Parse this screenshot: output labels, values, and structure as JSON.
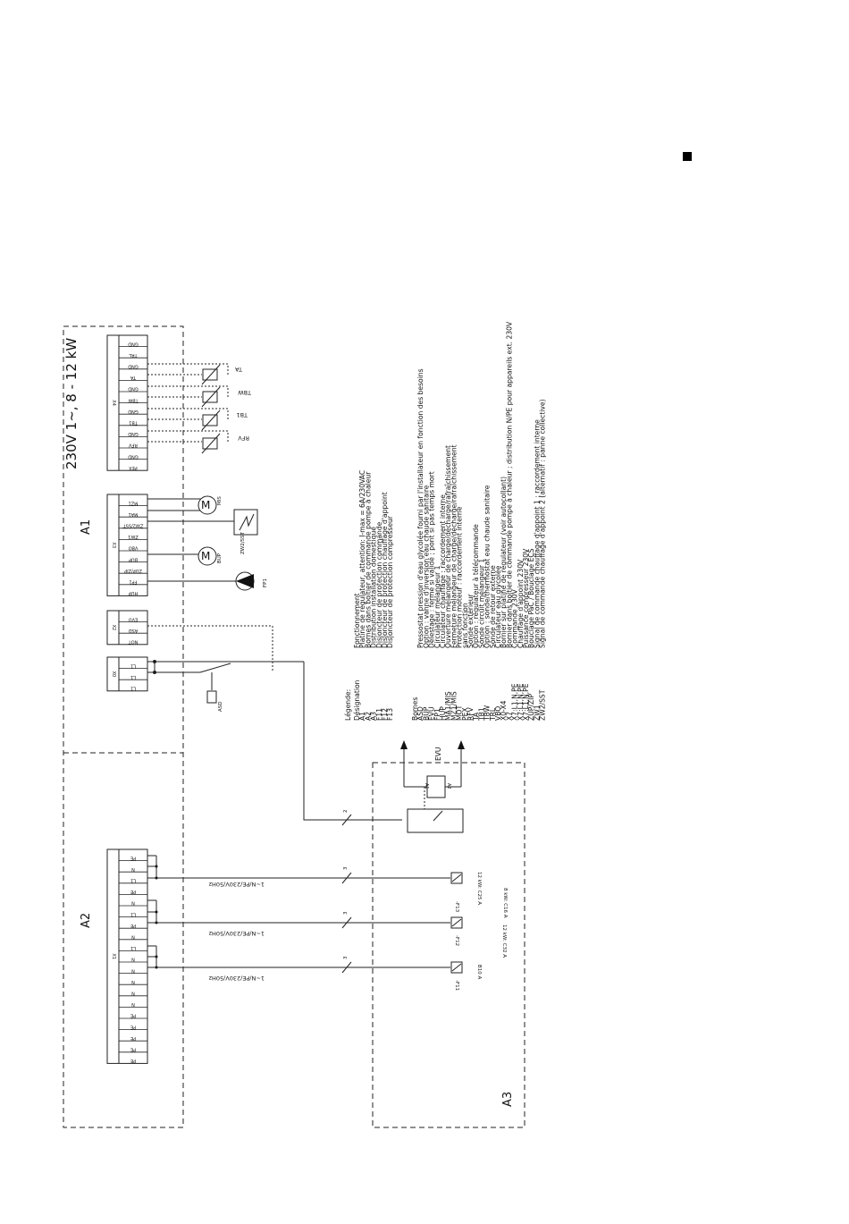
{
  "title": "230V 1~, 8 - 12 kW",
  "modules": {
    "a1": "A1",
    "a2": "A2",
    "a3": "A3"
  },
  "x0": {
    "name": "X0",
    "pins": [
      "L1",
      "L1",
      "L1"
    ]
  },
  "x2": {
    "name": "X2",
    "pins": [
      "NOT",
      "ASD",
      "EVU"
    ]
  },
  "x3": {
    "name": "X3",
    "pins": [
      "HUP",
      "FP1",
      "ZUP/ZIP",
      "BUP",
      "VBO",
      "ZW1",
      "ZW2/SST",
      "MA1",
      "MZ1"
    ]
  },
  "x4": {
    "name": "X4",
    "pins": [
      "PEX",
      "GND",
      "RFV",
      "GND",
      "TB1",
      "GND",
      "TBW",
      "GND",
      "TA",
      "GND",
      "TRL",
      "GND"
    ]
  },
  "x1": {
    "name": "X1",
    "pins": [
      "PE",
      "PE",
      "PE",
      "PE",
      "PE",
      "N",
      "N",
      "N",
      "N",
      "N",
      "L1",
      "N",
      "PE",
      "L1",
      "N",
      "PE",
      "L1",
      "N",
      "PE"
    ]
  },
  "components": {
    "asd": "ASD",
    "fp1": "FP1",
    "bup": "BUP",
    "zw2sst": "ZW2/SST",
    "mis": "MIS",
    "rfv": "RFV",
    "tb1": "TB1",
    "tbw": "TBW",
    "ta": "TA",
    "evu": "EVU",
    "a1c": "A1",
    "a2c": "A2"
  },
  "supply": {
    "label": "1~N/PE/230V/50Hz",
    "wires3": "3",
    "wires2": "2"
  },
  "fuses": {
    "f13": "-F13",
    "f13_r1": "12 kW: C25 A",
    "f13_r2": "8 kW: C16 A",
    "f12": "-F12",
    "f12_r1": "12 kW: C32 A",
    "f11": "-F11",
    "f11_r1": "B10 A"
  },
  "legend": {
    "heading": "Légende:",
    "designation": {
      "title": "Désignation",
      "col2_title": "Fonctionnement",
      "items": [
        [
          "A1",
          "Platine de régulateur, attention: I-max = 6A/230VAC"
        ],
        [
          "A2",
          "Bornes dans boîtier de commande pompe à chaleur"
        ],
        [
          "A3",
          "Distribution installation domestique"
        ],
        [
          "F11",
          "Disjoncteur de protection commande"
        ],
        [
          "F12",
          "Disjoncteur de protection chauffage d'appoint"
        ],
        [
          "F13",
          "Disjoncteur de protection compresseur"
        ]
      ]
    },
    "bornes": {
      "title": "Bornes",
      "items": [
        [
          "ASD",
          "Pressostat pression d'eau glycolée fourni par l'installateur en fonction des besoins"
        ],
        [
          "BUP",
          "Option : vanne d'inversion eau chaude sanitaire"
        ],
        [
          "EVU",
          "Délestage : fermé si validé ; pont si pas temps mort"
        ],
        [
          "FP1",
          "Circulateur mélangeur 1"
        ],
        [
          "HUP",
          "Circulateur chauffage : raccordement interne"
        ],
        [
          "MA1/MIS",
          "Ouverture mélangeur de charge/décharge/rafraîchissement"
        ],
        [
          "MZ1/MIS",
          "Fermeture mélangeur de charge/décharge/rafraîchissement"
        ],
        [
          "MOT",
          "Protection moteur : raccordement interne"
        ],
        [
          "PEX",
          "sans fonction"
        ],
        [
          "RFV",
          "Sonde extérieur"
        ],
        [
          "TA",
          "Option : régulateur à télécommande"
        ],
        [
          "TB1",
          "Sonde circuit mélangeur 1"
        ],
        [
          "TBW",
          "Option : sonde/thermostat eau chaude sanitaire"
        ],
        [
          "TRL",
          "Sonde de retour externe"
        ],
        [
          "VBO",
          "Circulateur eau glycolée"
        ],
        [
          "X0-X4",
          "Bornier sur platine de régulateur (voir autocollant)"
        ],
        [
          "X7",
          "Bornier dans boîtier de commande pompe à chaleur ; distribution N/PE pour appareils ext. 230V"
        ],
        [
          "X7:L1,N,PE",
          "Commande 230V"
        ],
        [
          "X7:L1,N,PE",
          "Chauffage d'appoint 230V"
        ],
        [
          "X7:L1,N,PE",
          "Puissance compresseur 230V"
        ],
        [
          "ZUP/ZIP",
          "Bouclage PàC / Bouclage ECS"
        ],
        [
          "ZW1",
          "Signal de commande chauffage d'appoint 1 ; raccordement interne"
        ],
        [
          "ZW2/SST",
          "Signal de commande chauffage d'appoint 2 (alternatif : panne collective)"
        ]
      ]
    }
  }
}
